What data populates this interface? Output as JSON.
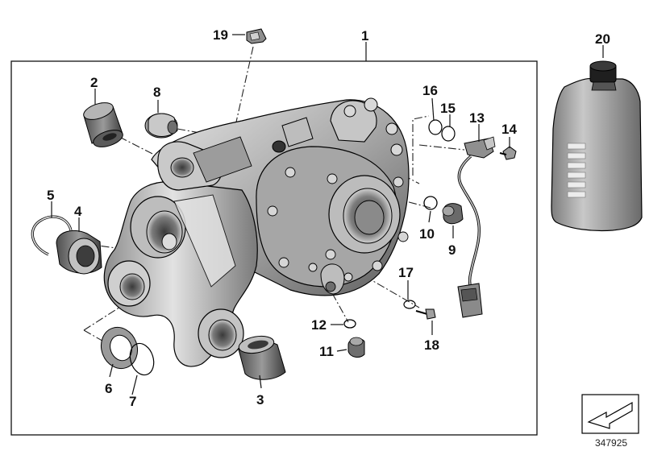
{
  "diagram": {
    "reference_number": "347925",
    "part_labels": {
      "p1": "1",
      "p2": "2",
      "p3": "3",
      "p4": "4",
      "p5": "5",
      "p6": "6",
      "p7": "7",
      "p8": "8",
      "p9": "9",
      "p10": "10",
      "p11": "11",
      "p12": "12",
      "p13": "13",
      "p14": "14",
      "p15": "15",
      "p16": "16",
      "p17": "17",
      "p18": "18",
      "p19": "19",
      "p20": "20"
    },
    "colors": {
      "metal_light": "#d9d9d9",
      "metal_mid": "#a9a9a9",
      "metal_dark": "#5a5a5a",
      "bottle": "#9a9a9a",
      "outline": "#000000"
    }
  }
}
